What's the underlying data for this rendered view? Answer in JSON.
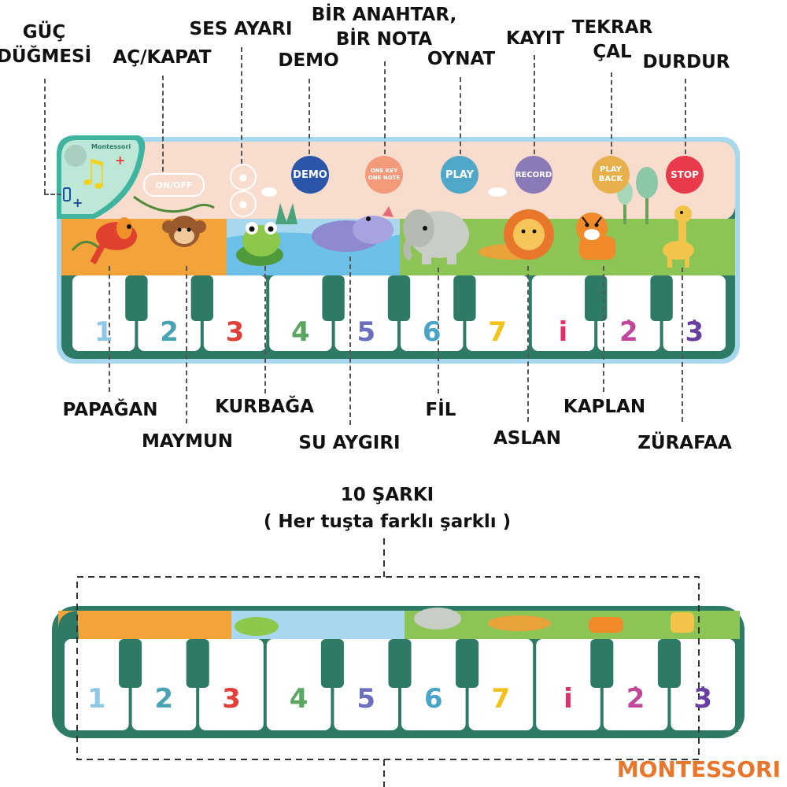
{
  "top_labels": {
    "power_button": [
      "GÜÇ",
      "DÜĞMESİ"
    ],
    "on_off": "AÇ/KAPAT",
    "volume": "SES AYARI",
    "demo": "DEMO",
    "one_key_one_note": [
      "BİR ANAHTAR,",
      "BİR NOTA"
    ],
    "play": "OYNAT",
    "record": "KAYIT",
    "playback": [
      "TEKRAR",
      "ÇAL"
    ],
    "stop": "DURDUR"
  },
  "bottom_labels": {
    "parrot": "PAPAĞAN",
    "monkey": "MAYMUN",
    "frog": "KURBAĞA",
    "hippo": "SU AYGIRI",
    "elephant": "FİL",
    "lion": "ASLAN",
    "tiger": "KAPLAN",
    "giraffe": "ZÜRAFAA"
  },
  "mat_buttons": {
    "brand_small": "Montessori",
    "on_off": "ON/OFF",
    "demo": "DEMO",
    "one_key": [
      "ONE KEY",
      "ONE NOTE"
    ],
    "play": "PLAY",
    "record": "RECORD",
    "playback": [
      "PLAY",
      "BACK"
    ],
    "stop": "STOP"
  },
  "keys": [
    "1",
    "2",
    "3",
    "4",
    "5",
    "6",
    "7",
    "i",
    "2",
    "3"
  ],
  "key_colors": [
    "#8fc8e6",
    "#4aa3b3",
    "#e0403a",
    "#5aa660",
    "#6a6fbf",
    "#4aa3c8",
    "#f2c21b",
    "#e0306a",
    "#c0479a",
    "#6a3fa0"
  ],
  "songs": {
    "title": "10 ŞARKI",
    "subtitle": "( Her tuşta farklı şarklı )"
  },
  "brand": "MONTESSORI",
  "icons": {
    "speaker": "speaker-grille-icon",
    "music_note": "music-note-icon",
    "plus": "plus-icon",
    "minus": "minus-icon",
    "volume": "volume-icon"
  }
}
